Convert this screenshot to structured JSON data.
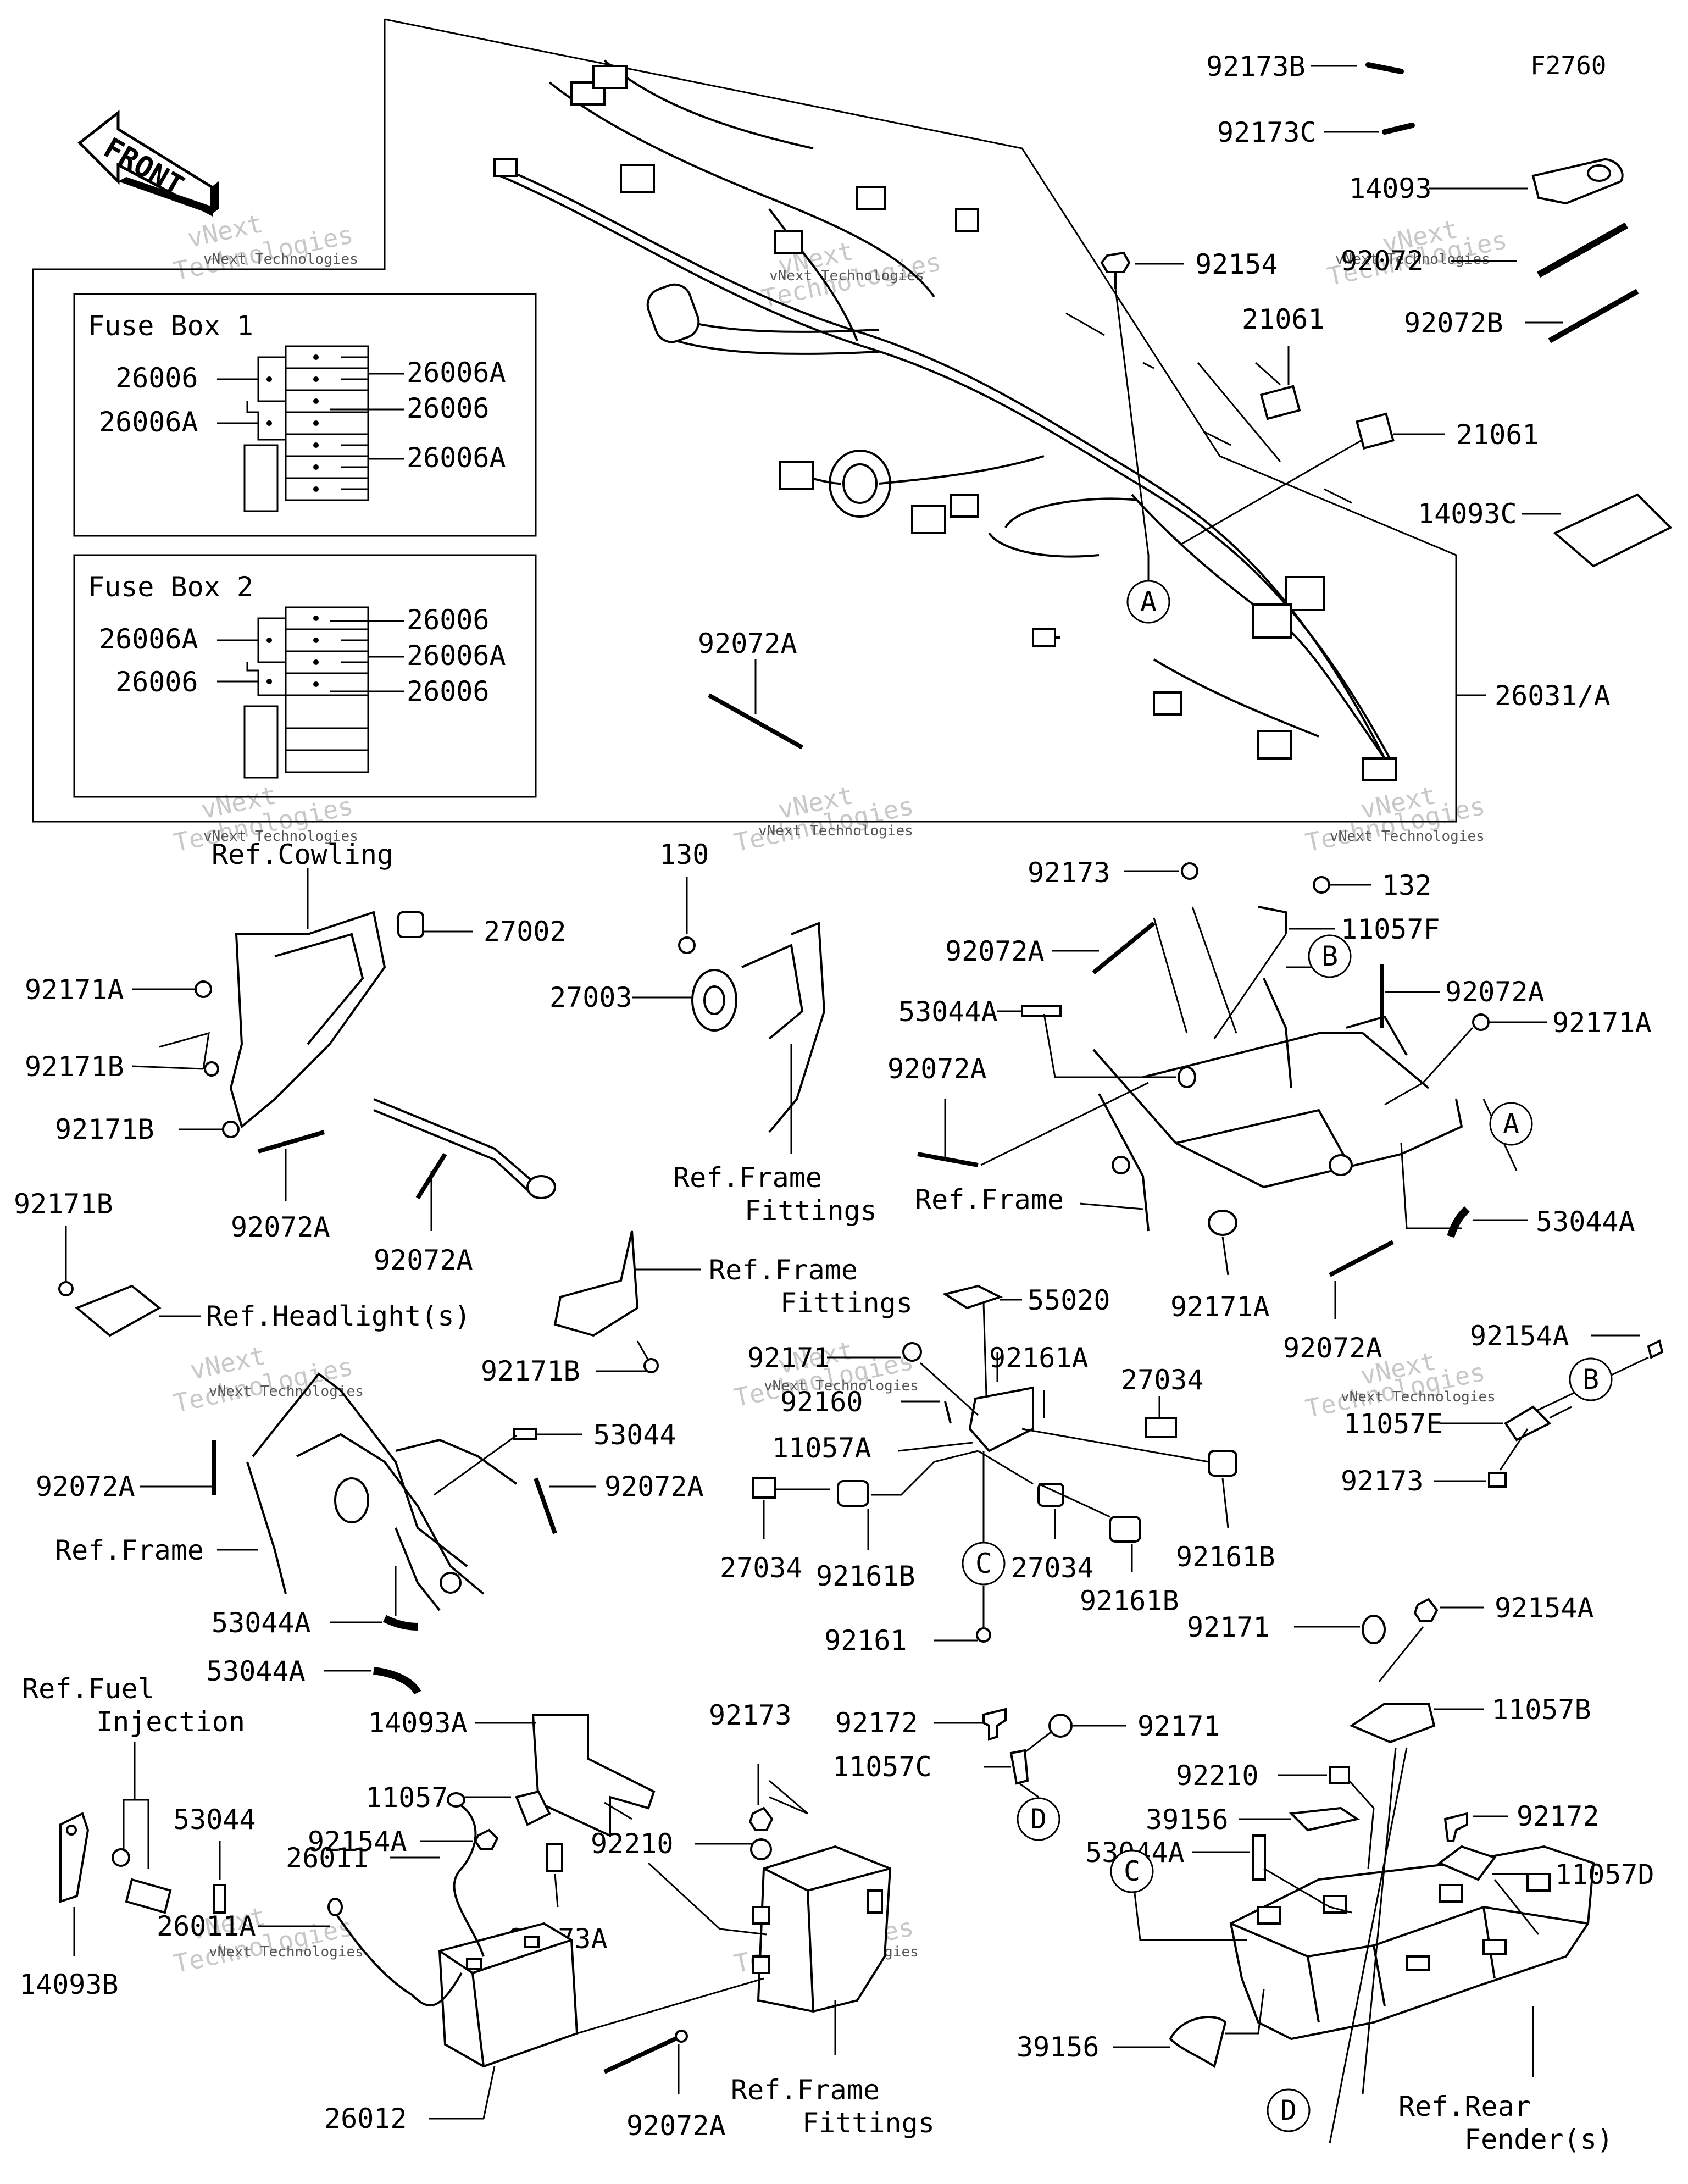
{
  "figure": {
    "code": "F2760"
  },
  "front_arrow": {
    "label": "FRONT"
  },
  "watermark": {
    "line1": "vNext",
    "line2": "Technologies",
    "small": "vNext Technologies"
  },
  "fuse_box_1": {
    "title": "Fuse Box 1",
    "left_labels": [
      "26006",
      "26006A"
    ],
    "right_labels": [
      "26006A",
      "26006",
      "26006A"
    ]
  },
  "fuse_box_2": {
    "title": "Fuse Box 2",
    "left_labels": [
      "26006A",
      "26006"
    ],
    "right_labels": [
      "26006",
      "26006A",
      "26006"
    ]
  },
  "parts": {
    "p92173B": "92173B",
    "p92173C": "92173C",
    "p14093": "14093",
    "p92154": "92154",
    "p92072": "92072",
    "p92072B": "92072B",
    "p21061a": "21061",
    "p21061b": "21061",
    "p14093C": "14093C",
    "p92072A_top": "92072A",
    "p26031": "26031/A",
    "p27002": "27002",
    "p92171A_l": "92171A",
    "p92171B_1": "92171B",
    "p92171B_2": "92171B",
    "p92072A_l1": "92072A",
    "p92072A_l2": "92072A",
    "p130": "130",
    "p27003": "27003",
    "p92173_t": "92173",
    "p132": "132",
    "p11057F": "11057F",
    "p92072A_r1": "92072A",
    "p53044A_r1": "53044A",
    "p92072A_r2": "92072A",
    "p92171A_r": "92171A",
    "p92072A_r3": "92072A",
    "p53044A_r2": "53044A",
    "p92171A_r2": "92171A",
    "p92072A_r4": "92072A",
    "p92171B_h": "92171B",
    "p92171B_m": "92171B",
    "p55020": "55020",
    "p92171_m": "92171",
    "p92161A": "92161A",
    "p92160": "92160",
    "p27034_a": "27034",
    "p11057A": "11057A",
    "p27034_b": "27034",
    "p92161B_a": "92161B",
    "p27034_c": "27034",
    "p92161B_b": "92161B",
    "p92161B_c": "92161B",
    "p92161": "92161",
    "p92154A_r": "92154A",
    "p11057E": "11057E",
    "p92173_r": "92173",
    "p53044_m": "53044",
    "p92072A_m1": "92072A",
    "p92072A_m2": "92072A",
    "p53044A_m1": "53044A",
    "p53044A_m2": "53044A",
    "p14093A": "14093A",
    "p11057": "11057",
    "p92154A_m": "92154A",
    "p92173A": "92173A",
    "p92210_m": "92210",
    "p92173_b": "92173",
    "p26011": "26011",
    "p26011A": "26011A",
    "p26012": "26012",
    "p92072A_b": "92072A",
    "p53044_b": "53044",
    "p14093B": "14093B",
    "p92172_a": "92172",
    "p92171_b": "92171",
    "p11057C": "11057C",
    "p92171_r": "92171",
    "p92154A_rb": "92154A",
    "p11057B": "11057B",
    "p92210_r": "92210",
    "p92172_b": "92172",
    "p39156_a": "39156",
    "p53044A_rb": "53044A",
    "p11057D": "11057D",
    "p39156_b": "39156"
  },
  "refs": {
    "cowling": "Ref.Cowling",
    "frame_fittings_1a": "Ref.Frame",
    "frame_fittings_1b": "Fittings",
    "frame_1": "Ref.Frame",
    "headlight": "Ref.Headlight(s)",
    "frame_fittings_2a": "Ref.Frame",
    "frame_fittings_2b": "Fittings",
    "frame_2": "Ref.Frame",
    "fuel_a": "Ref.Fuel",
    "fuel_b": "Injection",
    "frame_fittings_3a": "Ref.Frame",
    "frame_fittings_3b": "Fittings",
    "rear_fender_a": "Ref.Rear",
    "rear_fender_b": "Fender(s)"
  },
  "callouts": {
    "A1": "A",
    "A2": "A",
    "B1": "B",
    "B2": "B",
    "C1": "C",
    "C2": "C",
    "D1": "D",
    "D2": "D"
  }
}
